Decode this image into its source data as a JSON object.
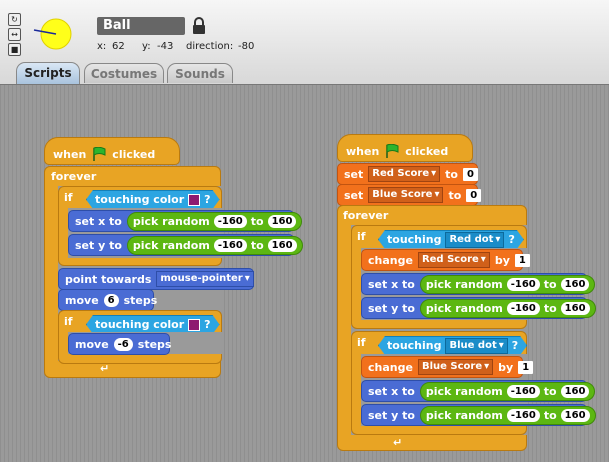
{
  "sprite": {
    "name": "Ball",
    "x_label": "x:",
    "x": "62",
    "y_label": "y:",
    "y": "-43",
    "direction_label": "direction:",
    "direction": "-80"
  },
  "tabs": [
    "Scripts",
    "Costumes",
    "Sounds"
  ],
  "left_script": {
    "hat": [
      "when",
      "clicked"
    ],
    "forever": "forever",
    "if": "if",
    "touching_color": "touching color",
    "q": "?",
    "set_x": "set x to",
    "set_y": "set y to",
    "pick_random": "pick random",
    "to": "to",
    "min": "-160",
    "max": "160",
    "point_towards": "point towards",
    "mouse_pointer": "mouse-pointer",
    "move": "move",
    "steps": "steps",
    "move_val": "6",
    "move_back_val": "-6"
  },
  "right_script": {
    "hat": [
      "when",
      "clicked"
    ],
    "set": "set",
    "to": "to",
    "red_score": "Red Score",
    "blue_score": "Blue Score",
    "zero": "0",
    "forever": "forever",
    "if": "if",
    "touching": "touching",
    "red_dot": "Red dot",
    "blue_dot": "Blue dot",
    "q": "?",
    "change": "change",
    "by": "by",
    "one": "1",
    "set_x": "set x to",
    "set_y": "set y to",
    "pick_random": "pick random",
    "min": "-160",
    "max": "160"
  },
  "colors": {
    "control": "#e8a424",
    "motion": "#4a6cd4",
    "variables": "#f2711c",
    "sensing": "#2ca5e2",
    "operators": "#5cb712",
    "touch_color": "#8e1a70",
    "flag": "#2db52d"
  }
}
